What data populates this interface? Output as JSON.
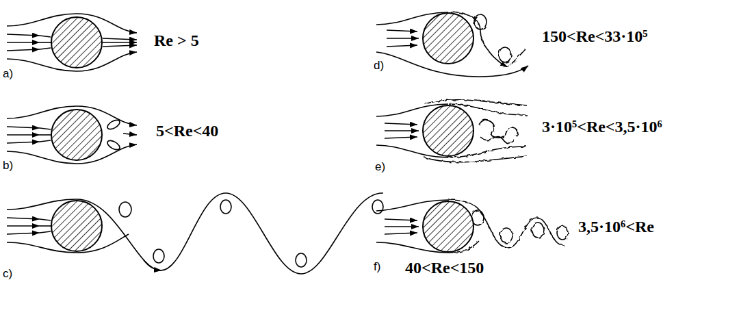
{
  "diagram": {
    "labels": [
      "a)",
      "Re > 5",
      "b)",
      "5<Re<40",
      "c)",
      "40<Re<150",
      "d)",
      "150<Re<33·10⁵",
      "e)",
      "3·10⁵<Re<3,5·10⁶",
      "f)",
      "3,5·10⁶<Re"
    ]
  }
}
